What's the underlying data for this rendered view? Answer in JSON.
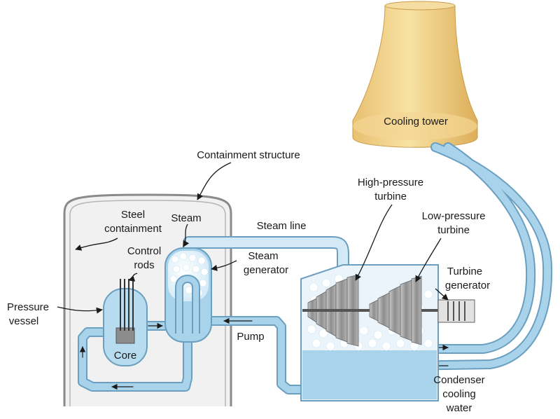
{
  "labels": {
    "cooling_tower": "Cooling tower",
    "containment_structure": "Containment structure",
    "high_pressure_turbine_1": "High-pressure",
    "high_pressure_turbine_2": "turbine",
    "low_pressure_turbine_1": "Low-pressure",
    "low_pressure_turbine_2": "turbine",
    "steel_containment_1": "Steel",
    "steel_containment_2": "containment",
    "steam": "Steam",
    "steam_line": "Steam line",
    "control_rods_1": "Control",
    "control_rods_2": "rods",
    "steam_generator_1": "Steam",
    "steam_generator_2": "generator",
    "turbine_generator_1": "Turbine",
    "turbine_generator_2": "generator",
    "pressure_vessel_1": "Pressure",
    "pressure_vessel_2": "vessel",
    "pump": "Pump",
    "core": "Core",
    "condenser_1": "Condenser",
    "condenser_2": "cooling",
    "condenser_3": "water"
  },
  "colors": {
    "water": "#a9d3ea",
    "water_light": "#d3eaf6",
    "pipe_outline": "#6a9fc0",
    "tower": "#f2d48a",
    "tower_shade": "#e0b860",
    "containment_wall": "#8a8a8a",
    "turbine": "#9a9a9a"
  }
}
